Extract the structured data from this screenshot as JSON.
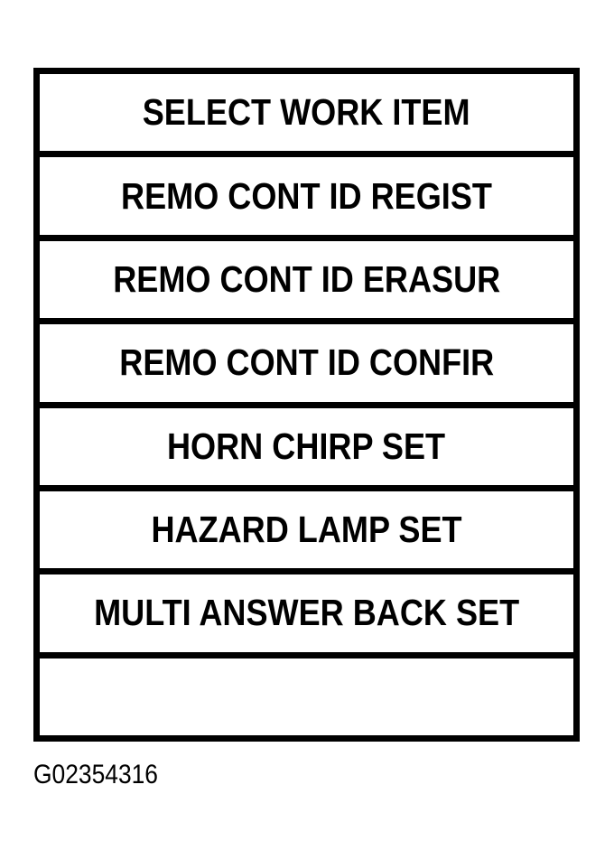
{
  "colors": {
    "background": "#ffffff",
    "line": "#000000",
    "text": "#000000"
  },
  "menu": {
    "title": "SELECT WORK ITEM",
    "items": [
      {
        "label": "REMO CONT ID REGIST"
      },
      {
        "label": "REMO CONT ID ERASUR"
      },
      {
        "label": "REMO CONT ID CONFIR"
      },
      {
        "label": "HORN CHIRP SET"
      },
      {
        "label": "HAZARD LAMP SET"
      },
      {
        "label": "MULTI ANSWER BACK SET"
      },
      {
        "label": ""
      }
    ]
  },
  "figure": {
    "caption": "G02354316"
  }
}
